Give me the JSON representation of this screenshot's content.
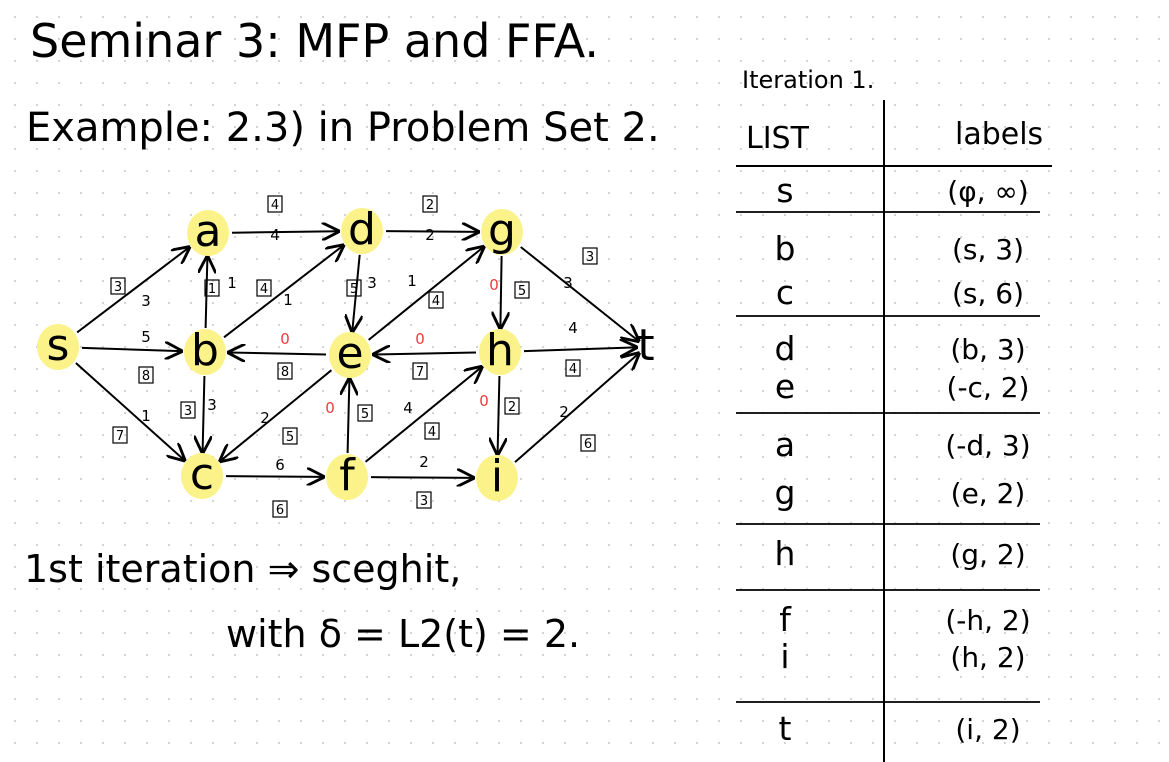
{
  "title": "Seminar 3: MFP and FFA.",
  "example": "Example: 2.3) in Problem Set 2.",
  "iteration_summary": {
    "line1": "1st iteration ⇒ sceghit,",
    "line2": "with δ = L2(t) = 2."
  },
  "graph": {
    "nodes": [
      {
        "id": "s",
        "label": "s",
        "highlighted": true
      },
      {
        "id": "a",
        "label": "a",
        "highlighted": true
      },
      {
        "id": "b",
        "label": "b",
        "highlighted": true
      },
      {
        "id": "c",
        "label": "c",
        "highlighted": true
      },
      {
        "id": "d",
        "label": "d",
        "highlighted": true
      },
      {
        "id": "e",
        "label": "e",
        "highlighted": true
      },
      {
        "id": "f",
        "label": "f",
        "highlighted": true
      },
      {
        "id": "g",
        "label": "g",
        "highlighted": true
      },
      {
        "id": "h",
        "label": "h",
        "highlighted": true
      },
      {
        "id": "i",
        "label": "i",
        "highlighted": true
      },
      {
        "id": "t",
        "label": "t",
        "highlighted": false
      }
    ],
    "edges": [
      {
        "from": "s",
        "to": "a",
        "capacity": "3",
        "flow": "3"
      },
      {
        "from": "s",
        "to": "b",
        "capacity": "8",
        "flow": "5"
      },
      {
        "from": "s",
        "to": "c",
        "capacity": "7",
        "flow": "1"
      },
      {
        "from": "b",
        "to": "a",
        "capacity": "1",
        "flow": "1"
      },
      {
        "from": "a",
        "to": "d",
        "capacity": "4",
        "flow": "4"
      },
      {
        "from": "b",
        "to": "d",
        "capacity": "4",
        "flow": "1"
      },
      {
        "from": "b",
        "to": "c",
        "capacity": "3",
        "flow": "3"
      },
      {
        "from": "d",
        "to": "g",
        "capacity": "2",
        "flow": "2"
      },
      {
        "from": "d",
        "to": "e",
        "capacity": "5",
        "flow": "3"
      },
      {
        "from": "e",
        "to": "b",
        "capacity": "8",
        "flow": "0"
      },
      {
        "from": "e",
        "to": "g",
        "capacity": "4",
        "flow": "1"
      },
      {
        "from": "f",
        "to": "e",
        "capacity": "5",
        "flow": "0"
      },
      {
        "from": "e",
        "to": "c",
        "capacity": "5",
        "flow": "2"
      },
      {
        "from": "c",
        "to": "f",
        "capacity": "6",
        "flow": "6"
      },
      {
        "from": "g",
        "to": "t",
        "capacity": "3",
        "flow": "3"
      },
      {
        "from": "g",
        "to": "h",
        "capacity": "5",
        "flow": "0"
      },
      {
        "from": "h",
        "to": "e",
        "capacity": "7",
        "flow": "0"
      },
      {
        "from": "h",
        "to": "t",
        "capacity": "4",
        "flow": "4"
      },
      {
        "from": "h",
        "to": "i",
        "capacity": "2",
        "flow": "0"
      },
      {
        "from": "f",
        "to": "h",
        "capacity": "4",
        "flow": "4"
      },
      {
        "from": "f",
        "to": "i",
        "capacity": "3",
        "flow": "2"
      },
      {
        "from": "i",
        "to": "t",
        "capacity": "6",
        "flow": "2"
      }
    ]
  },
  "table": {
    "heading": "Iteration 1.",
    "col_list": "LIST",
    "col_labels": "labels",
    "rows": [
      {
        "node": "s",
        "label": "(φ, ∞)"
      },
      {
        "node": "b",
        "label": "(s, 3)"
      },
      {
        "node": "c",
        "label": "(s, 6)"
      },
      {
        "node": "d",
        "label": "(b, 3)"
      },
      {
        "node": "e",
        "label": "(-c, 2)"
      },
      {
        "node": "a",
        "label": "(-d, 3)"
      },
      {
        "node": "g",
        "label": "(e, 2)"
      },
      {
        "node": "h",
        "label": "(g, 2)"
      },
      {
        "node": "f",
        "label": "(-h, 2)"
      },
      {
        "node": "i",
        "label": "(h, 2)"
      },
      {
        "node": "t",
        "label": "(i, 2)"
      }
    ]
  },
  "colors": {
    "highlight": "#fbf38a",
    "zero_flow": "#ee3b3b",
    "ink": "#000000"
  }
}
